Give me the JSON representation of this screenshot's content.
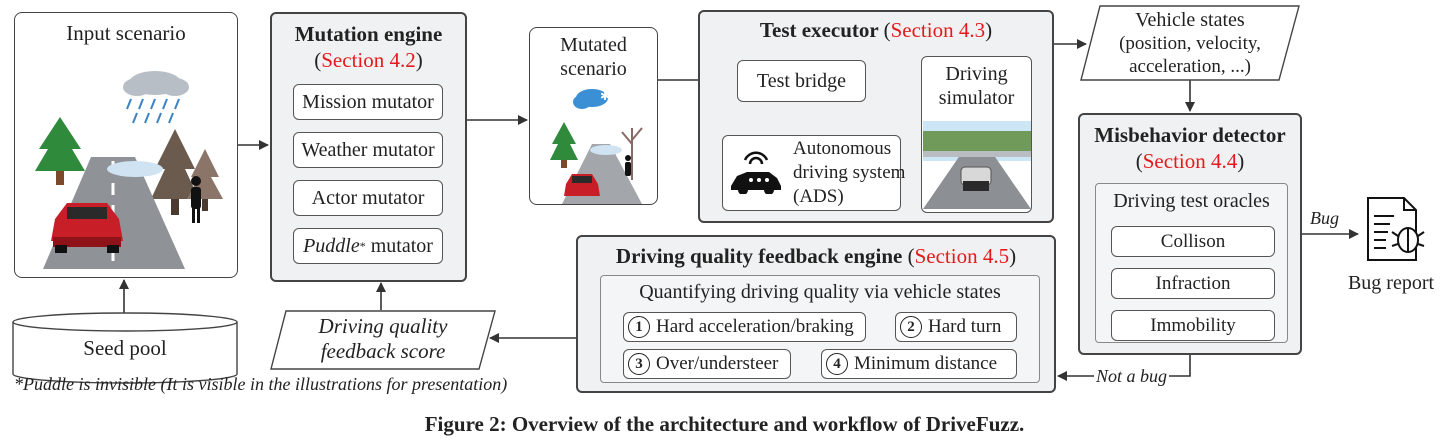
{
  "input_scenario": {
    "label": "Input scenario"
  },
  "seed_pool": {
    "label": "Seed pool"
  },
  "mutation_engine": {
    "title": "Mutation engine",
    "section": "Section 4.2",
    "mutators": [
      "Mission mutator",
      "Weather mutator",
      "Actor mutator"
    ],
    "puddle_word": "Puddle",
    "puddle_star": "*",
    "puddle_rest": " mutator"
  },
  "mutated_scenario": {
    "line1": "Mutated",
    "line2": "scenario"
  },
  "test_executor": {
    "title": "Test executor",
    "section": "Section 4.3",
    "test_bridge": "Test bridge",
    "simulator_line1": "Driving",
    "simulator_line2": "simulator",
    "ads_line1": "Autonomous",
    "ads_line2": "driving system",
    "ads_line3": "(ADS)"
  },
  "vehicle_states": {
    "line1": "Vehicle states",
    "line2": "(position, velocity,",
    "line3": "acceleration, ...)"
  },
  "misbehavior_detector": {
    "title": "Misbehavior detector",
    "section": "Section 4.4",
    "oracles_title": "Driving test oracles",
    "oracles": [
      "Collison",
      "Infraction",
      "Immobility"
    ]
  },
  "bug_label": "Bug",
  "bug_report": "Bug report",
  "not_a_bug": "Not a bug",
  "feedback_engine": {
    "title": "Driving quality feedback engine",
    "section": "Section 4.5",
    "subtitle": "Quantifying driving quality via vehicle states",
    "metrics": [
      {
        "num": "1",
        "label": "Hard acceleration/braking"
      },
      {
        "num": "2",
        "label": "Hard turn"
      },
      {
        "num": "3",
        "label": "Over/understeer"
      },
      {
        "num": "4",
        "label": "Minimum distance"
      }
    ]
  },
  "feedback_score": {
    "line1": "Driving quality",
    "line2": "feedback score"
  },
  "footnote": "*Puddle is invisible (It is visible in the illustrations for presentation)",
  "caption": "Figure 2: Overview of the architecture and workflow of DriveFuzz."
}
